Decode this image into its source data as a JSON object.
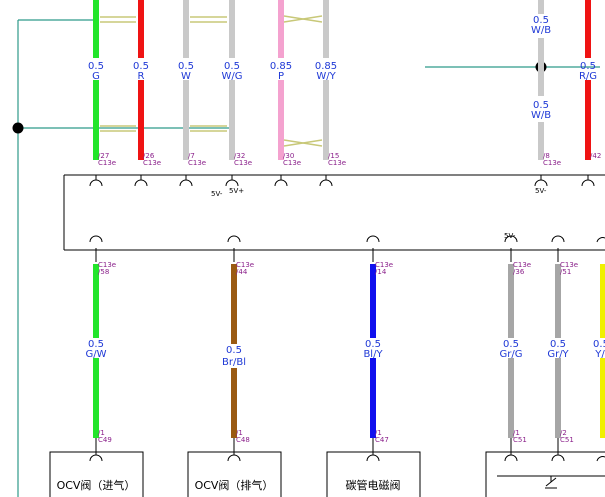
{
  "colors": {
    "green": "#22e52a",
    "red": "#ef1313",
    "gray": "#c9c9c9",
    "pink": "#f4a2cf",
    "brown": "#9a5a12",
    "blue": "#1010ee",
    "dark_gray": "#a6a6a6",
    "yellow": "#f0f000",
    "teal": "#2f9a8a",
    "label_blue": "#1f39d6",
    "pin_purple": "#8a1f8a",
    "line": "#000000"
  },
  "top_wires": [
    {
      "size": "0.5",
      "color": "G",
      "pin": "27",
      "connector": "C13e"
    },
    {
      "size": "0.5",
      "color": "R",
      "pin": "26",
      "connector": "C13e"
    },
    {
      "size": "0.5",
      "color": "W",
      "pin": "7",
      "connector": "C13e"
    },
    {
      "size": "0.5",
      "color": "W/G",
      "pin": "32",
      "connector": "C13e"
    },
    {
      "size": "0.85",
      "color": "P",
      "pin": "30",
      "connector": "C13e"
    },
    {
      "size": "0.85",
      "color": "W/Y",
      "pin": "15",
      "connector": "C13e"
    }
  ],
  "right_top_wires": [
    {
      "size_top": "0.5",
      "color_top": "W/B",
      "size_bottom": "0.5",
      "color_bottom": "W/B",
      "pin": "8",
      "connector": "C13e"
    },
    {
      "size": "0.5",
      "color": "R/G",
      "pin": "42"
    }
  ],
  "ecu_labels": {
    "five_v_minus": "5V-",
    "five_v_plus": "5V+"
  },
  "bottom_wires": [
    {
      "pin_top": "58",
      "connector_top": "C13e",
      "size": "0.5",
      "color": "G/W",
      "pin_bottom": "1",
      "connector_bottom": "C49"
    },
    {
      "pin_top": "44",
      "connector_top": "C13e",
      "size": "0.5",
      "color": "Br/Bl",
      "pin_bottom": "1",
      "connector_bottom": "C48"
    },
    {
      "pin_top": "14",
      "connector_top": "C13e",
      "size": "0.5",
      "color": "Bl/Y",
      "pin_bottom": "1",
      "connector_bottom": "C47"
    },
    {
      "pin_top": "36",
      "connector_top": "C13e",
      "size": "0.5",
      "color": "Gr/G",
      "pin_bottom": "1",
      "connector_bottom": "C51"
    },
    {
      "pin_top": "51",
      "connector_top": "C13e",
      "size": "0.5",
      "color": "Gr/Y",
      "pin_bottom": "2",
      "connector_bottom": "C51"
    },
    {
      "size": "0.5",
      "color": "Y/"
    }
  ],
  "components": [
    {
      "label": "OCV阀（进气）"
    },
    {
      "label": "OCV阀（排气）"
    },
    {
      "label": "碳管电磁阀"
    }
  ]
}
